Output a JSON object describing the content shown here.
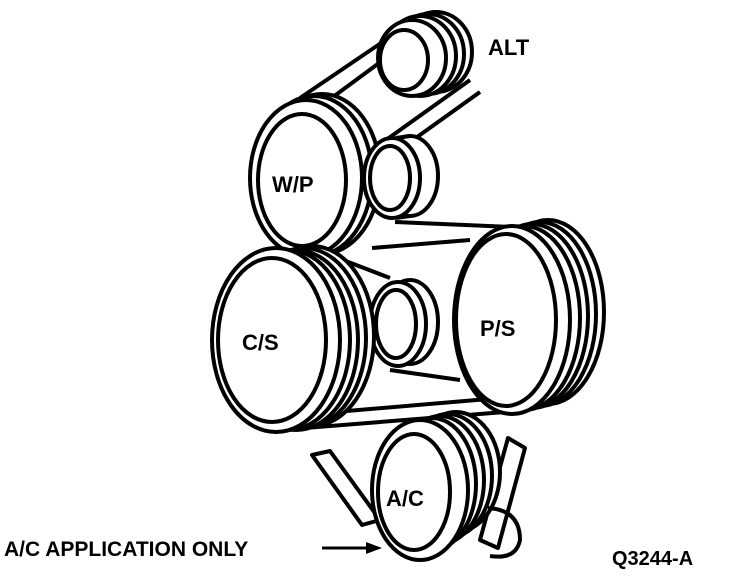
{
  "diagram": {
    "labels": {
      "alt": "ALT",
      "wp": "W/P",
      "cs": "C/S",
      "ps": "P/S",
      "ac": "A/C",
      "note": "A/C APPLICATION ONLY",
      "code": "Q3244-A"
    },
    "colors": {
      "ink": "#000000",
      "paper": "#ffffff"
    }
  }
}
